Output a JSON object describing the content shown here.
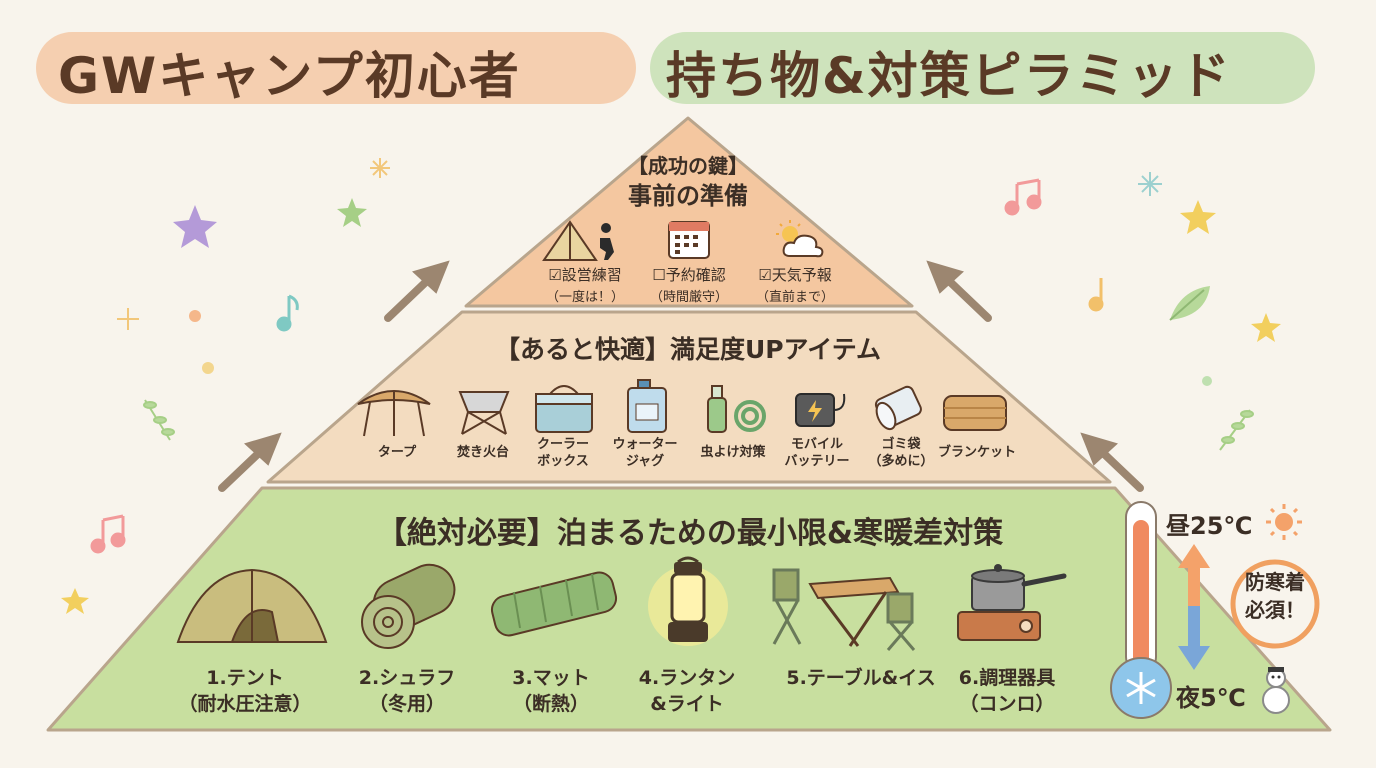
{
  "title": {
    "part1": "GWキャンプ初心者",
    "part2": "持ち物&対策ピラミッド"
  },
  "colors": {
    "orange_tier": "#f4c7a0",
    "peach_tier": "#f3dcc0",
    "green_tier": "#c8df9f",
    "brown_text": "#5a3a26",
    "arrow": "#9c8670"
  },
  "top_tier": {
    "tag": "【成功の鍵】",
    "heading": "事前の準備",
    "items": [
      {
        "check": "☑",
        "label": "設営練習",
        "sub": "（一度は！）",
        "icon": "tent-practice-icon"
      },
      {
        "check": "☐",
        "label": "予約確認",
        "sub": "（時間厳守）",
        "icon": "calendar-icon"
      },
      {
        "check": "☑",
        "label": "天気予報",
        "sub": "（直前まで）",
        "icon": "weather-icon"
      }
    ]
  },
  "middle_tier": {
    "heading": "【あると快適】満足度UPアイテム",
    "items": [
      {
        "label": "タープ",
        "icon": "tarp-icon"
      },
      {
        "label": "焚き火台",
        "icon": "fire-pit-icon"
      },
      {
        "label": "クーラー\nボックス",
        "icon": "cooler-box-icon"
      },
      {
        "label": "ウォーター\nジャグ",
        "icon": "water-jug-icon"
      },
      {
        "label": "虫よけ対策",
        "icon": "bug-repellent-icon"
      },
      {
        "label": "モバイル\nバッテリー",
        "icon": "mobile-battery-icon"
      },
      {
        "label": "ゴミ袋\n（多めに）",
        "icon": "trash-bag-icon"
      },
      {
        "label": "ブランケット",
        "icon": "blanket-icon"
      }
    ]
  },
  "bottom_tier": {
    "heading": "【絶対必要】泊まるための最小限&寒暖差対策",
    "items": [
      {
        "label": "1.テント\n（耐水圧注意）",
        "icon": "tent-icon"
      },
      {
        "label": "2.シュラフ\n（冬用）",
        "icon": "sleeping-bag-icon"
      },
      {
        "label": "3.マット\n（断熱）",
        "icon": "mat-icon"
      },
      {
        "label": "4.ランタン\n&ライト",
        "icon": "lantern-icon"
      },
      {
        "label": "5.テーブル&イス",
        "icon": "table-chair-icon"
      },
      {
        "label": "6.調理器具\n（コンロ）",
        "icon": "stove-icon"
      }
    ]
  },
  "temperature": {
    "day": "昼25℃",
    "night": "夜5℃",
    "warning": "防寒着\n必須！",
    "icons": [
      "thermometer-icon",
      "sun-icon",
      "snowman-icon"
    ]
  }
}
